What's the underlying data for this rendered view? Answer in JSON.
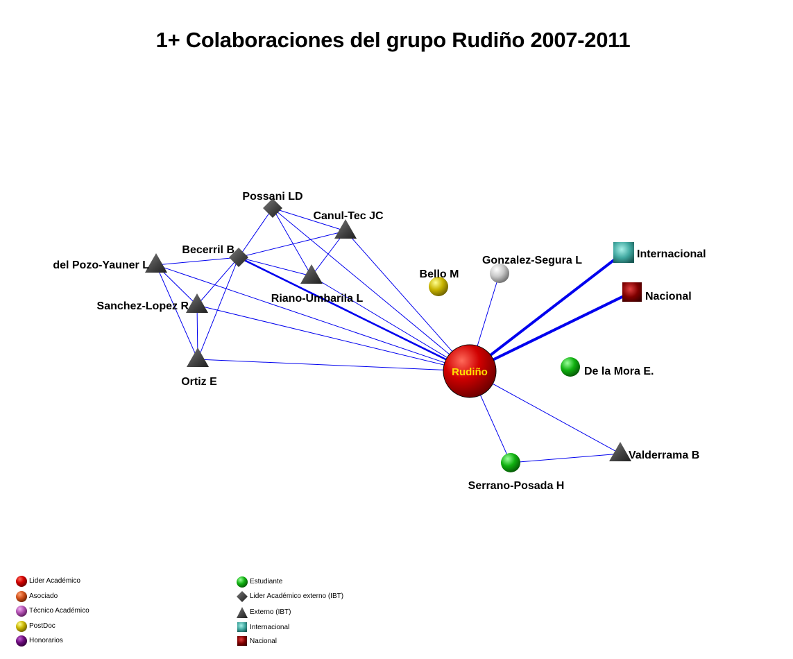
{
  "title": "1+ Colaboraciones del grupo Rudiño 2007-2011",
  "nodes": [
    {
      "id": "rudino",
      "label": "Rudiño",
      "type": "lider_academico",
      "center_label": true
    },
    {
      "id": "possani",
      "label": "Possani LD",
      "type": "lider_externo"
    },
    {
      "id": "becerril",
      "label": "Becerril B",
      "type": "lider_externo"
    },
    {
      "id": "canul",
      "label": "Canul-Tec JC",
      "type": "externo"
    },
    {
      "id": "delpozo",
      "label": "del Pozo-Yauner L",
      "type": "externo"
    },
    {
      "id": "riano",
      "label": "Riano-Umbarila L",
      "type": "externo"
    },
    {
      "id": "sanchez",
      "label": "Sanchez-Lopez R",
      "type": "externo"
    },
    {
      "id": "ortiz",
      "label": "Ortiz E",
      "type": "externo"
    },
    {
      "id": "bello",
      "label": "Bello M",
      "type": "postdoc"
    },
    {
      "id": "gonzalez",
      "label": "Gonzalez-Segura L",
      "type": "otro_gris"
    },
    {
      "id": "internacional",
      "label": "Internacional",
      "type": "internacional"
    },
    {
      "id": "nacional",
      "label": "Nacional",
      "type": "nacional"
    },
    {
      "id": "delamora",
      "label": "De la Mora E.",
      "type": "estudiante"
    },
    {
      "id": "serrano",
      "label": "Serrano-Posada H",
      "type": "estudiante"
    },
    {
      "id": "valderrama",
      "label": "Valderrama B",
      "type": "externo"
    }
  ],
  "edges": [
    {
      "from": "rudino",
      "to": "possani",
      "weight": 1
    },
    {
      "from": "rudino",
      "to": "becerril",
      "weight": 2
    },
    {
      "from": "rudino",
      "to": "canul",
      "weight": 1
    },
    {
      "from": "rudino",
      "to": "delpozo",
      "weight": 1
    },
    {
      "from": "rudino",
      "to": "riano",
      "weight": 1
    },
    {
      "from": "rudino",
      "to": "sanchez",
      "weight": 1
    },
    {
      "from": "rudino",
      "to": "ortiz",
      "weight": 1
    },
    {
      "from": "rudino",
      "to": "gonzalez",
      "weight": 1
    },
    {
      "from": "rudino",
      "to": "internacional",
      "weight": 3
    },
    {
      "from": "rudino",
      "to": "nacional",
      "weight": 3
    },
    {
      "from": "rudino",
      "to": "serrano",
      "weight": 1
    },
    {
      "from": "rudino",
      "to": "valderrama",
      "weight": 1
    },
    {
      "from": "serrano",
      "to": "valderrama",
      "weight": 1
    },
    {
      "from": "possani",
      "to": "becerril",
      "weight": 1
    },
    {
      "from": "possani",
      "to": "canul",
      "weight": 1
    },
    {
      "from": "possani",
      "to": "riano",
      "weight": 1
    },
    {
      "from": "becerril",
      "to": "canul",
      "weight": 1
    },
    {
      "from": "becerril",
      "to": "delpozo",
      "weight": 1
    },
    {
      "from": "becerril",
      "to": "riano",
      "weight": 1
    },
    {
      "from": "becerril",
      "to": "sanchez",
      "weight": 1
    },
    {
      "from": "becerril",
      "to": "ortiz",
      "weight": 1
    },
    {
      "from": "canul",
      "to": "riano",
      "weight": 1
    },
    {
      "from": "delpozo",
      "to": "sanchez",
      "weight": 1
    },
    {
      "from": "delpozo",
      "to": "ortiz",
      "weight": 1
    },
    {
      "from": "sanchez",
      "to": "ortiz",
      "weight": 1
    }
  ],
  "legend_left": [
    {
      "label": "Lider Académico",
      "shape": "sphere",
      "color": "#cc0000"
    },
    {
      "label": "Asociado",
      "shape": "sphere",
      "color": "#d0501a"
    },
    {
      "label": "Técnico Académico",
      "shape": "sphere",
      "color": "#b050b0"
    },
    {
      "label": "PostDoc",
      "shape": "sphere",
      "color": "#c8b400"
    },
    {
      "label": "Honorarios",
      "shape": "sphere",
      "color": "#6a0a7a"
    }
  ],
  "legend_right": [
    {
      "label": "Estudiante",
      "shape": "sphere",
      "color": "#10b010"
    },
    {
      "label": "Lider Académico externo (IBT)",
      "shape": "diamond",
      "color": "#505050"
    },
    {
      "label": "Externo (IBT)",
      "shape": "triangle",
      "color": "#505050"
    },
    {
      "label": "Internacional",
      "shape": "square",
      "color": "#40a8a0"
    },
    {
      "label": "Nacional",
      "shape": "square",
      "color": "#800000"
    }
  ],
  "colors": {
    "edge": "#0000ee",
    "lider_academico": "#cc0000",
    "postdoc": "#c8b400",
    "estudiante": "#10b010",
    "externo": "#505050",
    "otro_gris": "#c8c8c8",
    "internacional": "#40a8a0",
    "nacional": "#800000"
  }
}
